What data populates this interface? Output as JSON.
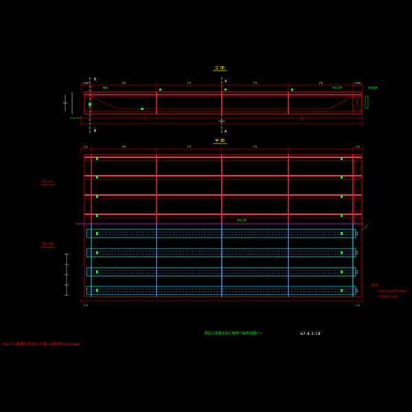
{
  "titles": {
    "elevation": "立 面",
    "plan": "平 面"
  },
  "section_marks": {
    "a": "A",
    "b": "B",
    "c_c": "C—C",
    "b_b": "B—B"
  },
  "dimensions": {
    "top": [
      "2.5m",
      "7?0",
      "7??",
      "7??",
      "7?0",
      "2.5m"
    ],
    "elev_total": "3000",
    "plan_top": [
      "2.5",
      "7?0",
      "7??",
      "7??",
      "2.5"
    ],
    "plan_bottom_left": "2.5",
    "plan_bottom_right": "2.5"
  },
  "annotations": {
    "left_callout": "截面",
    "top_callout": "底板钢筋",
    "right_callout": "预应力筋",
    "mid_callout": "预应力筋"
  },
  "notes": {
    "heading": "附注:",
    "items": [
      "1. 本图尺寸除注明外均以厘米计。",
      "2. 本图适用于公路-I级。"
    ]
  },
  "title_block": {
    "drawing_title": "预应力混凝土空心板桥一般构造图(一)",
    "drawing_number": "S7-4-3-19"
  },
  "xref_path": "Xref D:\\新建文件夹\\1平面\\上部结构\\kzb.dwg",
  "colors": {
    "red": "#ff0000",
    "magenta": "#ff2a55",
    "green": "#00ff00",
    "cyan": "#00ffff",
    "blue": "#6699ff",
    "yellow": "#ffff00",
    "white": "#ffffff"
  }
}
